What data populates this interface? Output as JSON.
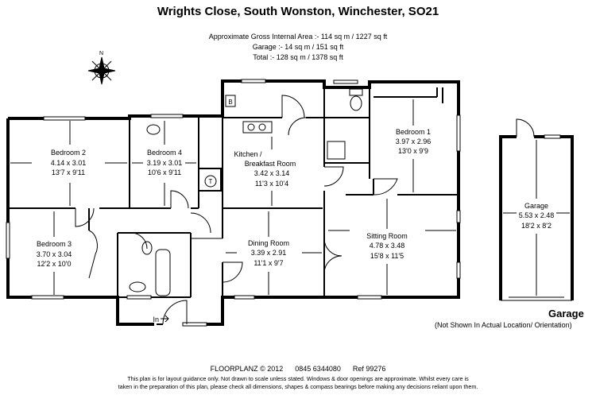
{
  "header": {
    "title": "Wrights Close, South Wonston, Winchester, SO21",
    "gross_area": "Approximate Gross Internal Area :- 114 sq m / 1227 sq ft",
    "garage_area": "Garage :- 14 sq m / 151 sq ft",
    "total_area": "Total :- 128 sq m / 1378 sq ft"
  },
  "rooms": [
    {
      "name": "Bedroom 2",
      "metric": "4.14 x 3.01",
      "imperial": "13'7 x 9'11"
    },
    {
      "name": "Bedroom 4",
      "metric": "3.19 x 3.01",
      "imperial": "10'6 x 9'11"
    },
    {
      "name": "Kitchen /",
      "name2": "Breakfast Room",
      "metric": "3.42 x 3.14",
      "imperial": "11'3 x 10'4"
    },
    {
      "name": "Bedroom 1",
      "metric": "3.97 x 2.96",
      "imperial": "13'0 x 9'9"
    },
    {
      "name": "Bedroom 3",
      "metric": "3.70 x 3.04",
      "imperial": "12'2 x 10'0"
    },
    {
      "name": "Dining Room",
      "metric": "3.39 x 2.91",
      "imperial": "11'1 x 9'7"
    },
    {
      "name": "Sitting Room",
      "metric": "4.78 x 3.48",
      "imperial": "15'8 x 11'5"
    },
    {
      "name": "Garage",
      "metric": "5.53 x 2.48",
      "imperial": "18'2 x 8'2"
    }
  ],
  "labels": {
    "boiler": "B",
    "tank": "T",
    "entrance": "In",
    "garage_heading": "Garage",
    "garage_note": "(Not Shown In Actual Location/ Orientation)"
  },
  "footer": {
    "brand": "FLOORPLANZ © 2012",
    "phone": "0845 6344080",
    "ref": "Ref   99276",
    "disclaimer1": "This plan is for layout guidance only. Not drawn to scale unless stated. Windows & door openings are approximate. Whilst every care is",
    "disclaimer2": "taken in the preparation of this plan, please check all dimensions, shapes & compass bearings before making any decisions reliant upon them."
  },
  "colors": {
    "wall": "#000000",
    "background": "#ffffff"
  }
}
